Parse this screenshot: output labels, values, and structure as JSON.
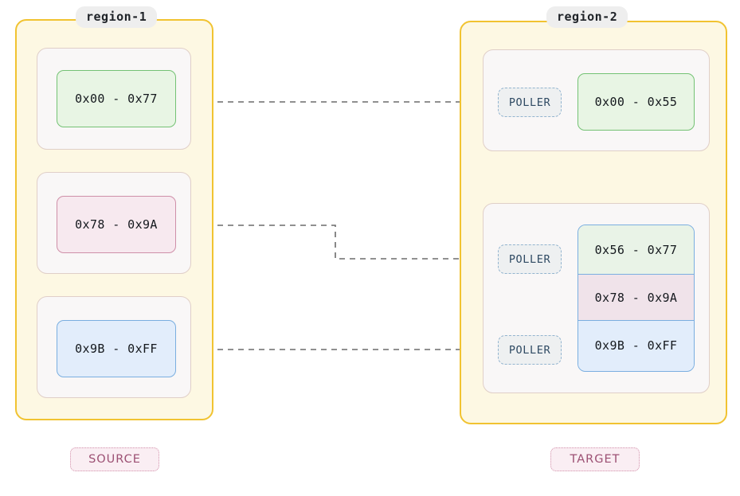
{
  "diagram": {
    "title_left": "region-1",
    "title_right": "region-2",
    "caption_left": "SOURCE",
    "caption_right": "TARGET",
    "colors": {
      "region_fill": "#fdf8e3",
      "region_border": "#f1c331",
      "group_fill": "#f9f7f7",
      "group_border": "#e0cfc8",
      "green_fill": "#e8f5e4",
      "green_border": "#74c274",
      "pink_fill": "#f7e9ef",
      "pink_border": "#cf8fa8",
      "blue_fill": "#e2edfb",
      "blue_border": "#7aaee0",
      "poller_fill": "#eef0f1",
      "poller_border": "#93b4cf",
      "poller_text": "#2f4a63",
      "caption_fill": "#faeef3",
      "caption_border": "#d390ab",
      "caption_text": "#9c5073",
      "edge_solid": "#555555",
      "edge_dashed": "#6b6b6b"
    }
  },
  "source": {
    "label": "region-1",
    "caption": "SOURCE",
    "ranges": [
      {
        "text": "0x00 - 0x77",
        "kind": "green"
      },
      {
        "text": "0x78 - 0x9A",
        "kind": "pink"
      },
      {
        "text": "0x9B - 0xFF",
        "kind": "blue"
      }
    ]
  },
  "target": {
    "label": "region-2",
    "caption": "TARGET",
    "pollers": [
      {
        "label": "POLLER"
      },
      {
        "label": "POLLER"
      },
      {
        "label": "POLLER"
      }
    ],
    "top_range": {
      "text": "0x00 - 0x55",
      "kind": "green"
    },
    "stack": [
      {
        "text": "0x56 - 0x77",
        "kind": "green"
      },
      {
        "text": "0x78 - 0x9A",
        "kind": "pink"
      },
      {
        "text": "0x9B - 0xFF",
        "kind": "blue"
      }
    ]
  },
  "edges": [
    {
      "from": "source.ranges.0",
      "to": "target.pollers.0",
      "style": "dashed"
    },
    {
      "from": "source.ranges.1",
      "to": "target.pollers.1",
      "style": "dashed"
    },
    {
      "from": "source.ranges.2",
      "to": "target.pollers.2",
      "style": "dashed"
    },
    {
      "from": "target.pollers.0",
      "to": "target.top_range",
      "style": "solid"
    },
    {
      "from": "target.pollers.0",
      "to": "target.stack.0",
      "style": "solid"
    },
    {
      "from": "target.pollers.1",
      "to": "target.stack.1",
      "style": "solid"
    },
    {
      "from": "target.pollers.2",
      "to": "target.stack.2",
      "style": "solid"
    }
  ]
}
